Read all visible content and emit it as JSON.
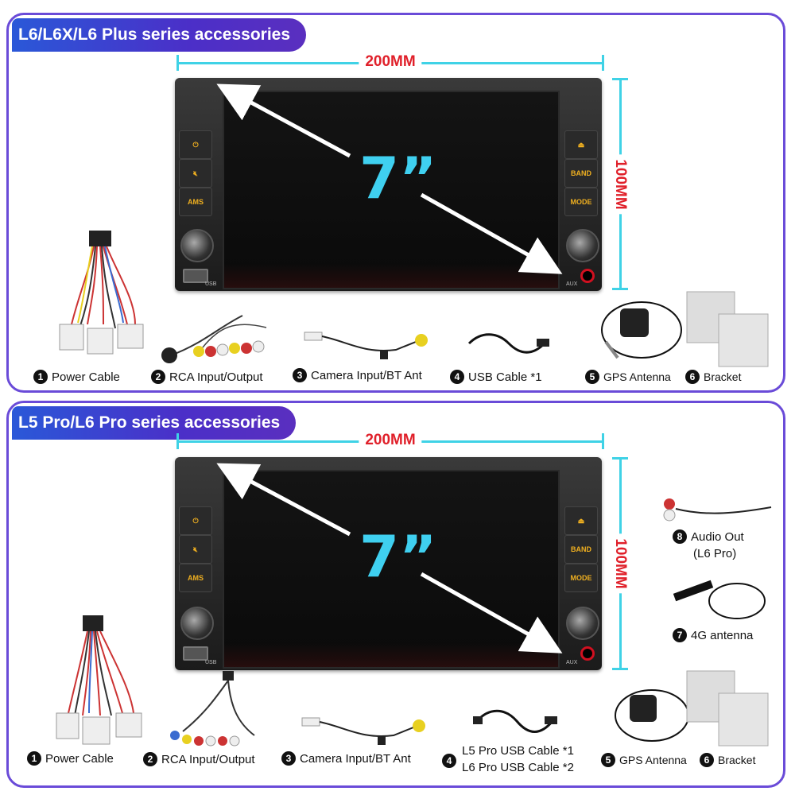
{
  "section1": {
    "title": "L6/L6X/L6 Plus series accessories",
    "width_label": "200MM",
    "height_label": "100MM",
    "screen_size": "7”",
    "unit": {
      "btn_ams": "AMS",
      "btn_band": "BAND",
      "btn_mode": "MODE",
      "usb": "USB",
      "aux": "AUX"
    },
    "accessories": [
      {
        "num": "1",
        "label": "Power Cable"
      },
      {
        "num": "2",
        "label": "RCA Input/Output"
      },
      {
        "num": "3",
        "label": "Camera Input/BT Ant"
      },
      {
        "num": "4",
        "label": "USB Cable *1"
      },
      {
        "num": "5",
        "label": "GPS Antenna"
      },
      {
        "num": "6",
        "label": "Bracket"
      }
    ]
  },
  "section2": {
    "title": "L5 Pro/L6 Pro series accessories",
    "width_label": "200MM",
    "height_label": "100MM",
    "screen_size": "7”",
    "unit": {
      "btn_ams": "AMS",
      "btn_band": "BAND",
      "btn_mode": "MODE",
      "usb": "USB",
      "aux": "AUX"
    },
    "accessories": [
      {
        "num": "1",
        "label": "Power Cable"
      },
      {
        "num": "2",
        "label": "RCA Input/Output"
      },
      {
        "num": "3",
        "label": "Camera Input/BT Ant"
      },
      {
        "num": "4",
        "label_line1": "L5 Pro USB Cable *1",
        "label_line2": "L6 Pro USB Cable *2"
      },
      {
        "num": "5",
        "label": "GPS Antenna"
      },
      {
        "num": "6",
        "label": "Bracket"
      },
      {
        "num": "7",
        "label": "4G antenna"
      },
      {
        "num": "8",
        "label_line1": "Audio Out",
        "label_line2": "(L6 Pro)"
      }
    ]
  },
  "colors": {
    "accent": "#3fd2e6",
    "dimension_text": "#e0202a",
    "banner_start": "#2a58d8",
    "banner_end": "#5a2fbf",
    "border": "#6a4bd8"
  },
  "icons": [
    "power-icon",
    "mute-icon",
    "home-icon",
    "arrow-icon"
  ]
}
